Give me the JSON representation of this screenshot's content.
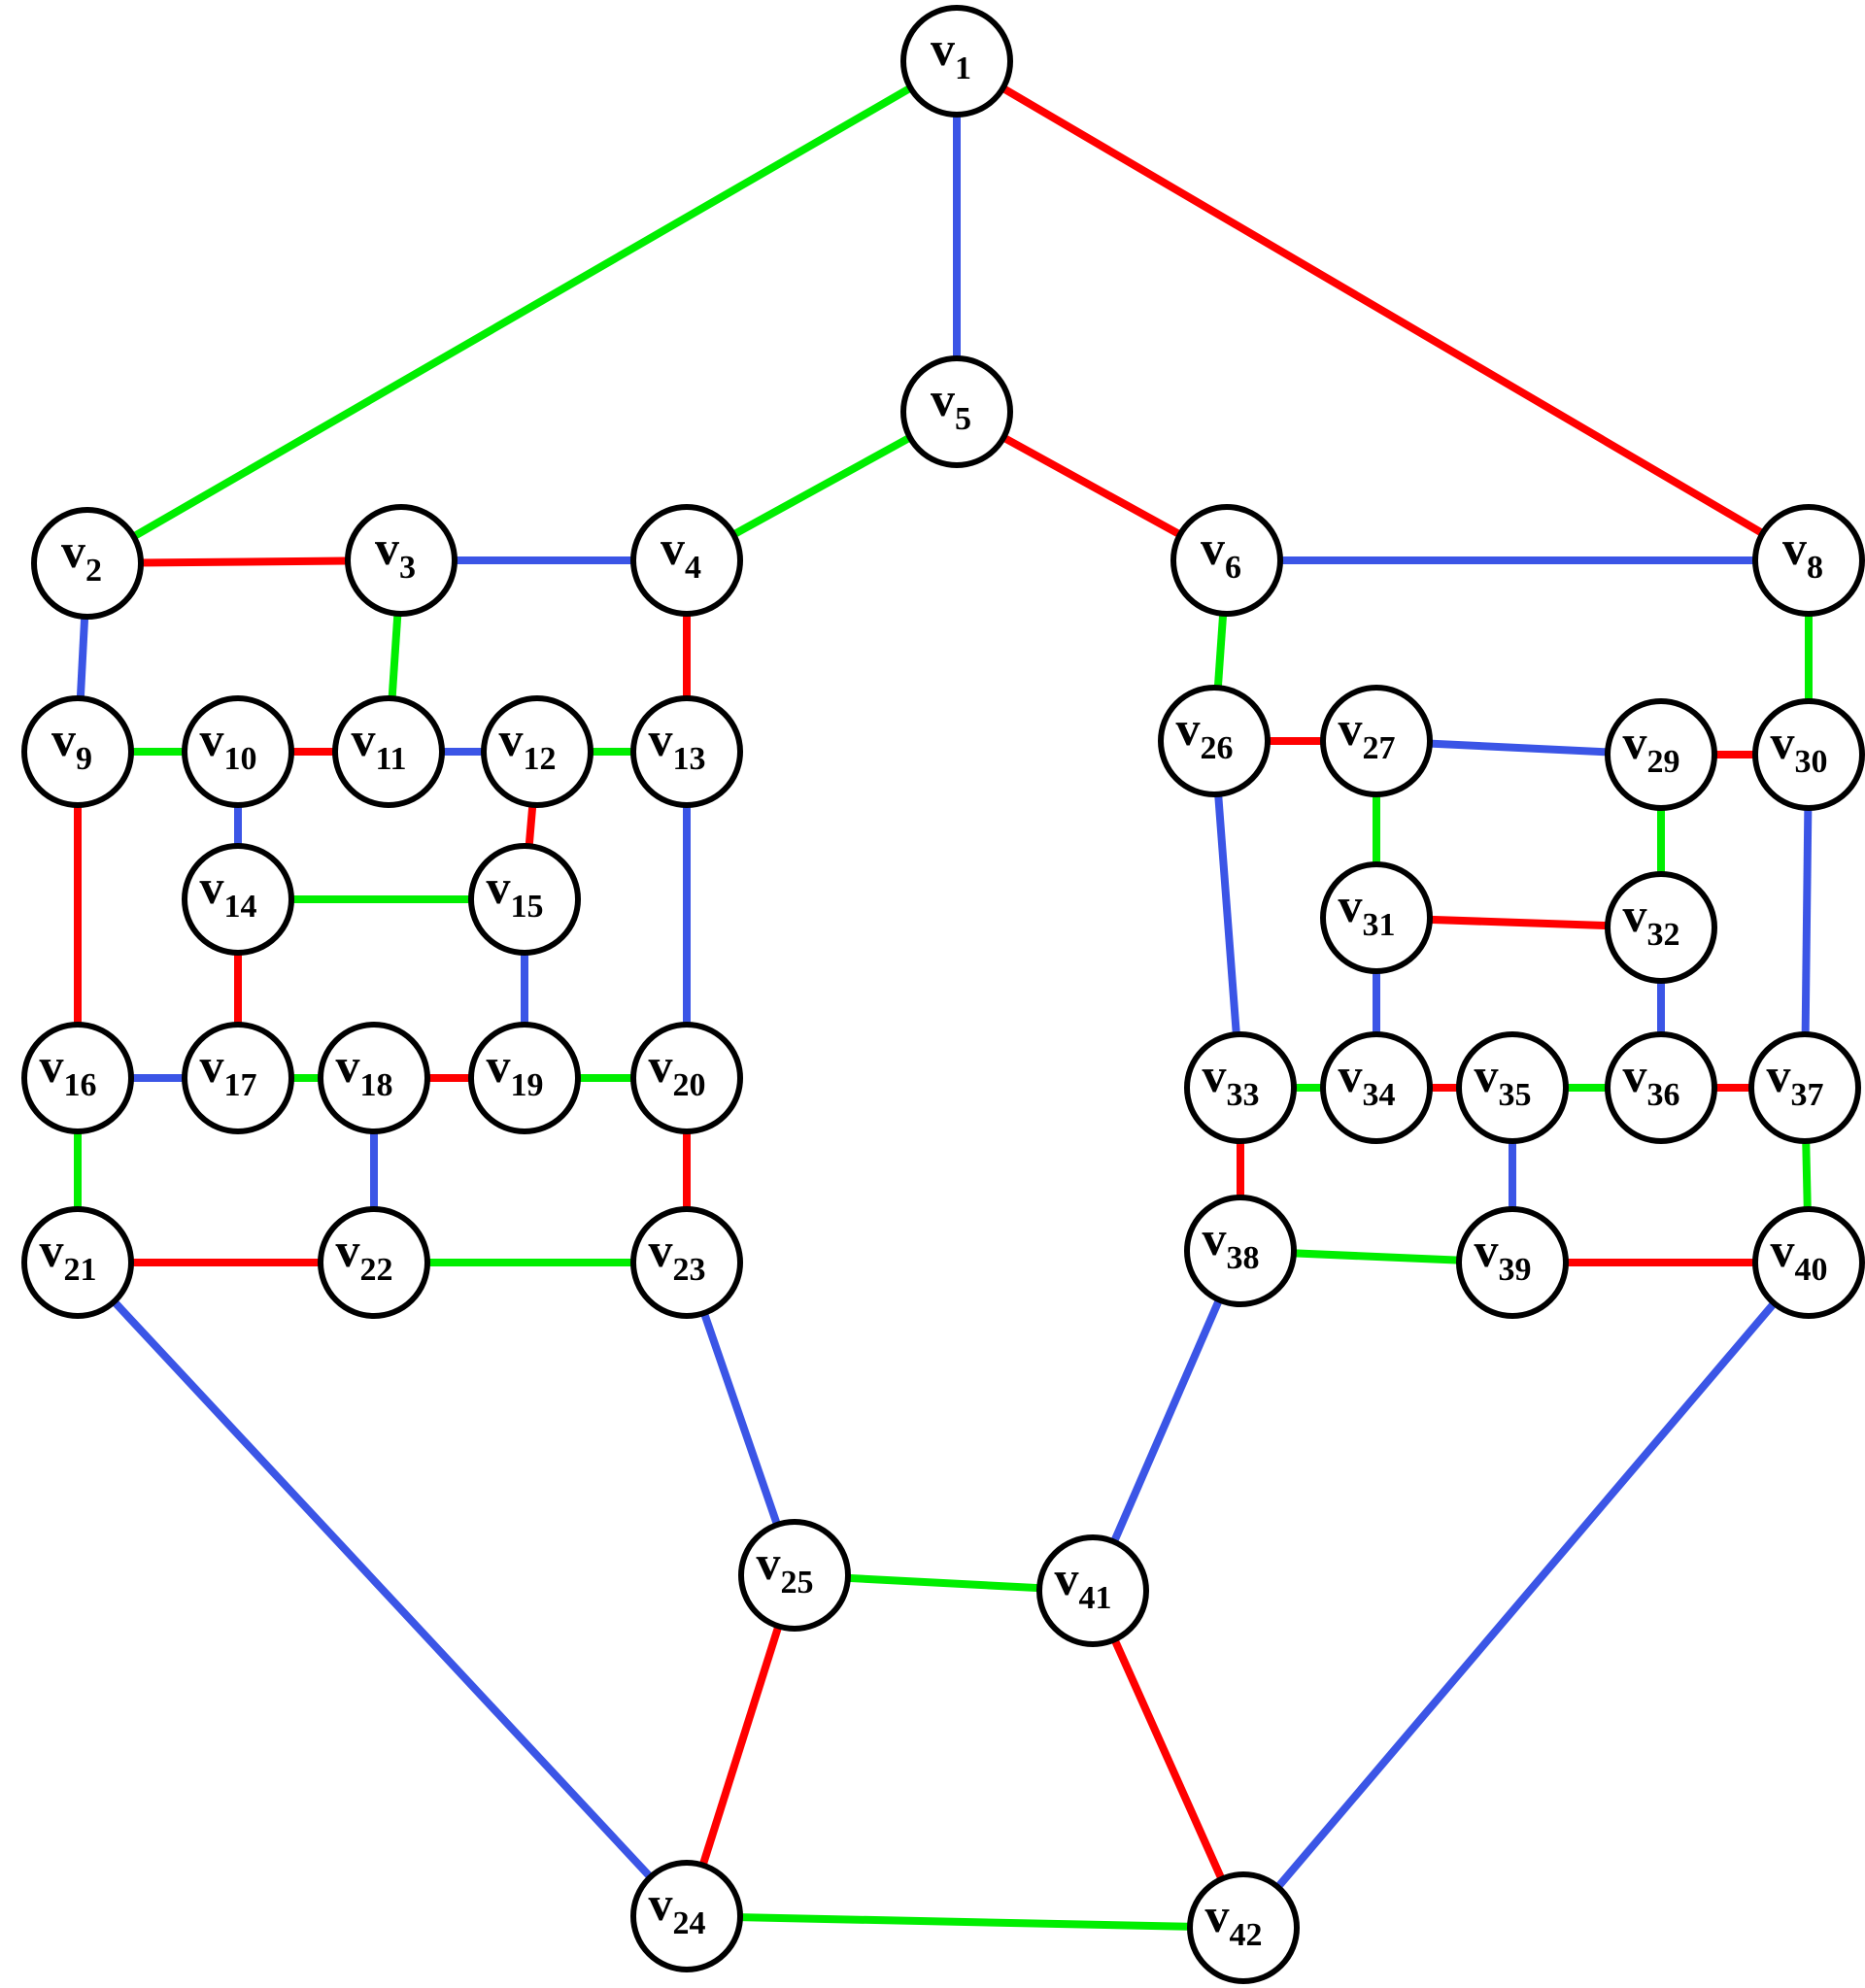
{
  "colors": {
    "red": "#ff0000",
    "green": "#00ee00",
    "blue": "#3b55e6"
  },
  "nodes": [
    {
      "id": 1,
      "label": "v",
      "sub": "1"
    },
    {
      "id": 2,
      "label": "v",
      "sub": "2"
    },
    {
      "id": 3,
      "label": "v",
      "sub": "3"
    },
    {
      "id": 4,
      "label": "v",
      "sub": "4"
    },
    {
      "id": 5,
      "label": "v",
      "sub": "5"
    },
    {
      "id": 6,
      "label": "v",
      "sub": "6"
    },
    {
      "id": 8,
      "label": "v",
      "sub": "8"
    },
    {
      "id": 9,
      "label": "v",
      "sub": "9"
    },
    {
      "id": 10,
      "label": "v",
      "sub": "10"
    },
    {
      "id": 11,
      "label": "v",
      "sub": "11"
    },
    {
      "id": 12,
      "label": "v",
      "sub": "12"
    },
    {
      "id": 13,
      "label": "v",
      "sub": "13"
    },
    {
      "id": 14,
      "label": "v",
      "sub": "14"
    },
    {
      "id": 15,
      "label": "v",
      "sub": "15"
    },
    {
      "id": 16,
      "label": "v",
      "sub": "16"
    },
    {
      "id": 17,
      "label": "v",
      "sub": "17"
    },
    {
      "id": 18,
      "label": "v",
      "sub": "18"
    },
    {
      "id": 19,
      "label": "v",
      "sub": "19"
    },
    {
      "id": 20,
      "label": "v",
      "sub": "20"
    },
    {
      "id": 21,
      "label": "v",
      "sub": "21"
    },
    {
      "id": 22,
      "label": "v",
      "sub": "22"
    },
    {
      "id": 23,
      "label": "v",
      "sub": "23"
    },
    {
      "id": 24,
      "label": "v",
      "sub": "24"
    },
    {
      "id": 25,
      "label": "v",
      "sub": "25"
    },
    {
      "id": 26,
      "label": "v",
      "sub": "26"
    },
    {
      "id": 27,
      "label": "v",
      "sub": "27"
    },
    {
      "id": 29,
      "label": "v",
      "sub": "29"
    },
    {
      "id": 30,
      "label": "v",
      "sub": "30"
    },
    {
      "id": 31,
      "label": "v",
      "sub": "31"
    },
    {
      "id": 32,
      "label": "v",
      "sub": "32"
    },
    {
      "id": 33,
      "label": "v",
      "sub": "33"
    },
    {
      "id": 34,
      "label": "v",
      "sub": "34"
    },
    {
      "id": 35,
      "label": "v",
      "sub": "35"
    },
    {
      "id": 36,
      "label": "v",
      "sub": "36"
    },
    {
      "id": 37,
      "label": "v",
      "sub": "37"
    },
    {
      "id": 38,
      "label": "v",
      "sub": "38"
    },
    {
      "id": 39,
      "label": "v",
      "sub": "39"
    },
    {
      "id": 40,
      "label": "v",
      "sub": "40"
    },
    {
      "id": 41,
      "label": "v",
      "sub": "41"
    },
    {
      "id": 42,
      "label": "v",
      "sub": "42"
    }
  ],
  "edges": [
    {
      "from": 1,
      "to": 2,
      "color": "green"
    },
    {
      "from": 1,
      "to": 5,
      "color": "blue"
    },
    {
      "from": 1,
      "to": 8,
      "color": "red"
    },
    {
      "from": 5,
      "to": 4,
      "color": "green"
    },
    {
      "from": 5,
      "to": 6,
      "color": "red"
    },
    {
      "from": 2,
      "to": 3,
      "color": "red"
    },
    {
      "from": 3,
      "to": 4,
      "color": "blue"
    },
    {
      "from": 6,
      "to": 8,
      "color": "blue"
    },
    {
      "from": 2,
      "to": 9,
      "color": "blue"
    },
    {
      "from": 3,
      "to": 11,
      "color": "green"
    },
    {
      "from": 4,
      "to": 13,
      "color": "red"
    },
    {
      "from": 6,
      "to": 26,
      "color": "green"
    },
    {
      "from": 8,
      "to": 30,
      "color": "green"
    },
    {
      "from": 9,
      "to": 10,
      "color": "green"
    },
    {
      "from": 10,
      "to": 11,
      "color": "red"
    },
    {
      "from": 11,
      "to": 12,
      "color": "blue"
    },
    {
      "from": 12,
      "to": 13,
      "color": "green"
    },
    {
      "from": 10,
      "to": 14,
      "color": "blue"
    },
    {
      "from": 12,
      "to": 15,
      "color": "red"
    },
    {
      "from": 14,
      "to": 15,
      "color": "green"
    },
    {
      "from": 14,
      "to": 17,
      "color": "red"
    },
    {
      "from": 15,
      "to": 19,
      "color": "blue"
    },
    {
      "from": 9,
      "to": 16,
      "color": "red"
    },
    {
      "from": 13,
      "to": 20,
      "color": "blue"
    },
    {
      "from": 16,
      "to": 17,
      "color": "blue"
    },
    {
      "from": 17,
      "to": 18,
      "color": "green"
    },
    {
      "from": 18,
      "to": 19,
      "color": "red"
    },
    {
      "from": 19,
      "to": 20,
      "color": "green"
    },
    {
      "from": 16,
      "to": 21,
      "color": "green"
    },
    {
      "from": 18,
      "to": 22,
      "color": "blue"
    },
    {
      "from": 20,
      "to": 23,
      "color": "red"
    },
    {
      "from": 21,
      "to": 22,
      "color": "red"
    },
    {
      "from": 22,
      "to": 23,
      "color": "green"
    },
    {
      "from": 21,
      "to": 24,
      "color": "blue"
    },
    {
      "from": 23,
      "to": 25,
      "color": "blue"
    },
    {
      "from": 25,
      "to": 24,
      "color": "red"
    },
    {
      "from": 25,
      "to": 41,
      "color": "green"
    },
    {
      "from": 24,
      "to": 42,
      "color": "green"
    },
    {
      "from": 41,
      "to": 42,
      "color": "red"
    },
    {
      "from": 41,
      "to": 38,
      "color": "blue"
    },
    {
      "from": 42,
      "to": 40,
      "color": "blue"
    },
    {
      "from": 26,
      "to": 27,
      "color": "red"
    },
    {
      "from": 27,
      "to": 29,
      "color": "blue"
    },
    {
      "from": 29,
      "to": 30,
      "color": "red"
    },
    {
      "from": 27,
      "to": 31,
      "color": "green"
    },
    {
      "from": 29,
      "to": 32,
      "color": "green"
    },
    {
      "from": 31,
      "to": 32,
      "color": "red"
    },
    {
      "from": 31,
      "to": 34,
      "color": "blue"
    },
    {
      "from": 32,
      "to": 36,
      "color": "blue"
    },
    {
      "from": 26,
      "to": 33,
      "color": "blue"
    },
    {
      "from": 30,
      "to": 37,
      "color": "blue"
    },
    {
      "from": 33,
      "to": 34,
      "color": "green"
    },
    {
      "from": 34,
      "to": 35,
      "color": "red"
    },
    {
      "from": 35,
      "to": 36,
      "color": "green"
    },
    {
      "from": 36,
      "to": 37,
      "color": "red"
    },
    {
      "from": 33,
      "to": 38,
      "color": "red"
    },
    {
      "from": 35,
      "to": 39,
      "color": "blue"
    },
    {
      "from": 37,
      "to": 40,
      "color": "green"
    },
    {
      "from": 38,
      "to": 39,
      "color": "green"
    },
    {
      "from": 39,
      "to": 40,
      "color": "red"
    }
  ]
}
